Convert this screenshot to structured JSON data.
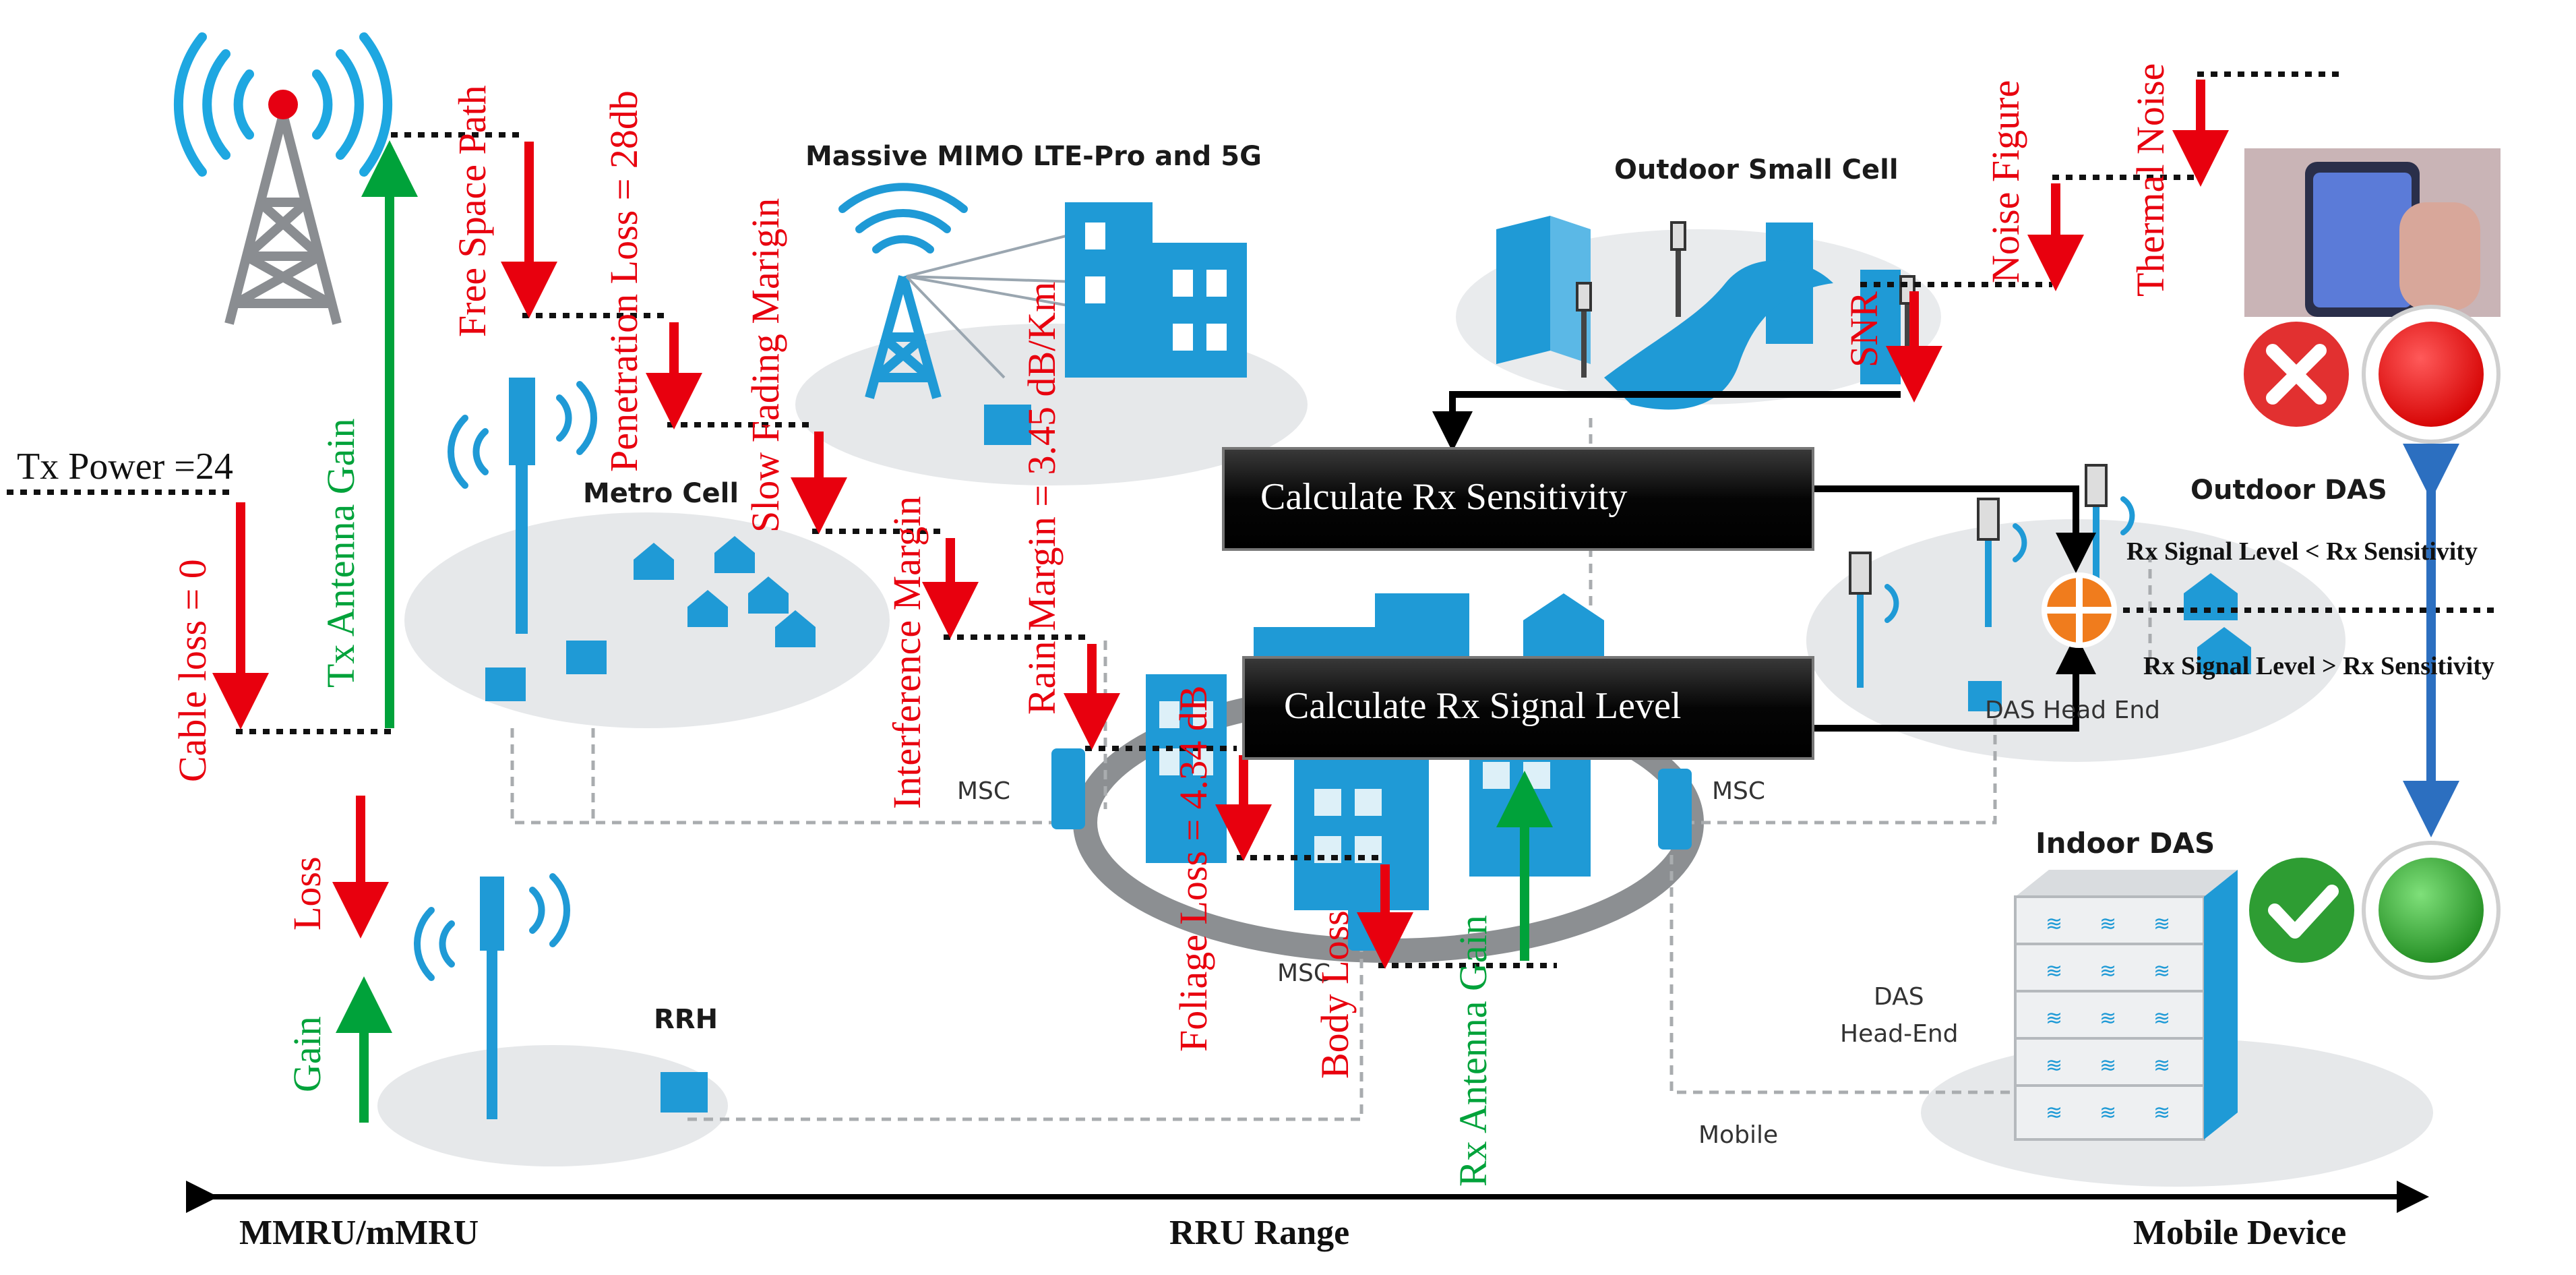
{
  "title": "Massive MIMO LTE-Pro and 5G",
  "labels": {
    "tx_power": "Tx Power =24",
    "cable_loss": "Cable loss = 0",
    "tx_antenna_gain": "Tx Antenna Gain",
    "free_space_path": "Free Space Path",
    "penetration_loss": "Penetration Loss = 28db",
    "slow_fading_margin": "Slow Fading Marigin",
    "interference_margin": "Interference Margin",
    "rain_margin": "Rain Margin = 3.45 dB/Km",
    "foliage_loss": "Foliage Loss = 4.34 dB",
    "body_loss": "Body Loss",
    "rx_antenna_gain": "Rx Antenna Gain",
    "snr": "SNR",
    "noise_figure": "Noise Figure",
    "thermal_noise": "Thermal Noise",
    "loss": "Loss",
    "gain": "Gain"
  },
  "places": {
    "metro_cell": "Metro Cell",
    "outdoor_small_cell": "Outdoor Small Cell",
    "outdoor_das": "Outdoor DAS",
    "das_head_end_top": "DAS Head End",
    "indoor_das": "Indoor DAS",
    "das": "DAS",
    "head_end": "Head-End",
    "mobile": "Mobile",
    "rrh": "RRH",
    "msc_left": "MSC",
    "msc_right": "MSC",
    "msc_bottom": "MSC"
  },
  "boxes": {
    "rx_sensitivity": "Calculate Rx Sensitivity",
    "rx_signal_level": "Calculate Rx Signal Level"
  },
  "conditions": {
    "less": "Rx Signal Level < Rx Sensitivity",
    "greater": "Rx Signal Level > Rx Sensitivity"
  },
  "axis": {
    "left": "MMRU/mMRU",
    "center": "RRU Range",
    "right": "Mobile Device"
  },
  "colors": {
    "loss": "#e8000e",
    "gain": "#00a23a",
    "network_blue": "#1f9ad6",
    "fail": "#e60012",
    "pass": "#2e9d33"
  }
}
